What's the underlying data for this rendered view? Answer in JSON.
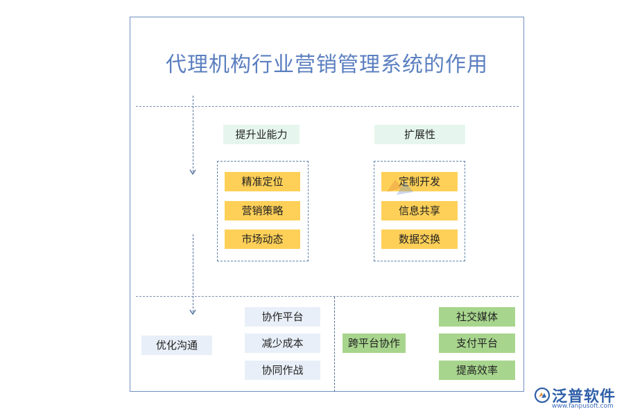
{
  "title": "代理机构行业营销管理系统的作用",
  "top_section": {
    "left_group": {
      "header": "提升业能力",
      "items": [
        "精准定位",
        "营销策略",
        "市场动态"
      ]
    },
    "right_group": {
      "header": "扩展性",
      "items": [
        "定制开发",
        "信息共享",
        "数据交换"
      ]
    }
  },
  "bottom_section": {
    "left": {
      "label": "优化沟通",
      "items": [
        "协作平台",
        "减少成本",
        "协同作战"
      ]
    },
    "right": {
      "label": "跨平台协作",
      "items": [
        "社交媒体",
        "支付平台",
        "提高效率"
      ]
    }
  },
  "logo": {
    "name": "泛普软件",
    "url": "www.fanpusoft.com"
  },
  "colors": {
    "title": "#5b7fc0",
    "header_bg": "#e6f6ee",
    "yellow": "#fed058",
    "light_blue": "#e9eff8",
    "green": "#a7d58d",
    "dash": "#5b7fa8"
  }
}
